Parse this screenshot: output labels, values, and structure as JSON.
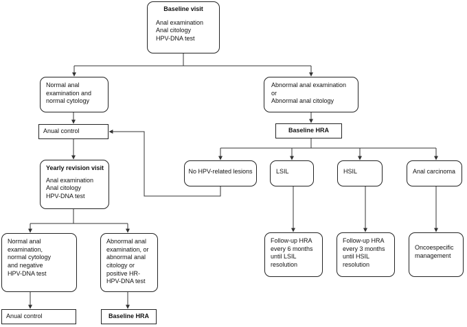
{
  "nodes": {
    "baseline_visit": {
      "title": "Baseline visit",
      "lines": [
        "Anal examination",
        "Anal citology",
        "HPV-DNA test"
      ]
    },
    "normal_exam": {
      "lines": [
        "Normal anal",
        "examination and",
        "normal cytology"
      ]
    },
    "abnormal_exam": {
      "lines": [
        "Abnormal anal examination",
        "or",
        "Abnormal anal citology"
      ]
    },
    "anual_control_1": {
      "label": "Anual control"
    },
    "baseline_hra_1": {
      "label": "Baseline HRA"
    },
    "yearly_revision": {
      "title": "Yearly revision visit",
      "lines": [
        "Anal examination",
        "Anal citology",
        "HPV-DNA test"
      ]
    },
    "no_hpv": {
      "label": "No HPV-related lesions"
    },
    "lsil": {
      "label": "LSIL"
    },
    "hsil": {
      "label": "HSIL"
    },
    "anal_carcinoma": {
      "label": "Anal carcinoma"
    },
    "normal_negative": {
      "lines": [
        "Normal anal",
        "examination,",
        "normal cytology",
        "and negative",
        "HPV-DNA test"
      ]
    },
    "abnormal_positive": {
      "lines": [
        "Abnormal anal",
        "examination, or",
        "abnormal anal",
        "citology or",
        "positive HR-",
        "HPV-DNA test"
      ]
    },
    "followup_6": {
      "lines": [
        "Follow-up HRA",
        "every 6 months",
        "until LSIL",
        "resolution"
      ]
    },
    "followup_3": {
      "lines": [
        "Follow-up HRA",
        "every 3 months",
        "until HSIL",
        "resolution"
      ]
    },
    "oncoespecific": {
      "lines": [
        "Oncoespecific",
        "management"
      ]
    },
    "anual_control_2": {
      "label": "Anual control"
    },
    "baseline_hra_2": {
      "label": "Baseline HRA"
    }
  }
}
